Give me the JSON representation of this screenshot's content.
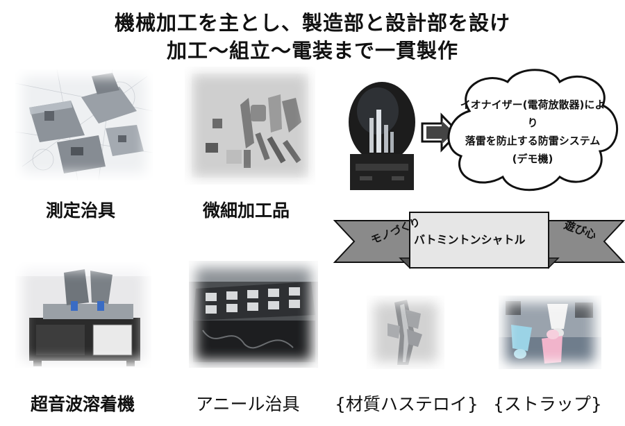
{
  "headline": {
    "line1": "機械加工を主とし、製造部と設計部を設け",
    "line2": "加工～組立～電装まで一貫製作"
  },
  "items": [
    {
      "caption": "測定治具",
      "icon": "measuring-jig-photo"
    },
    {
      "caption": "微細加工品",
      "icon": "fine-machined-parts-photo"
    },
    {
      "caption": "超音波溶着機",
      "icon": "ultrasonic-welder-photo"
    },
    {
      "caption": "アニール治具",
      "icon": "annealing-jig-photo"
    },
    {
      "caption": "{材質ハステロイ}",
      "icon": "hastelloy-part-photo"
    },
    {
      "caption": "{ストラップ}",
      "icon": "strap-shuttlecock-photo"
    }
  ],
  "ionizer": {
    "line1": "イオナイザー(電荷放散器)により",
    "line2": "落雷を防止する防雷システム",
    "line3": "(デモ機)"
  },
  "banner": {
    "left": "モノづくり",
    "center": "バトミントンシャトル",
    "right": "遊び心"
  },
  "colors": {
    "text": "#111111",
    "banner_fill": "#8a8a8a",
    "center_box": "#e6e6e6"
  }
}
